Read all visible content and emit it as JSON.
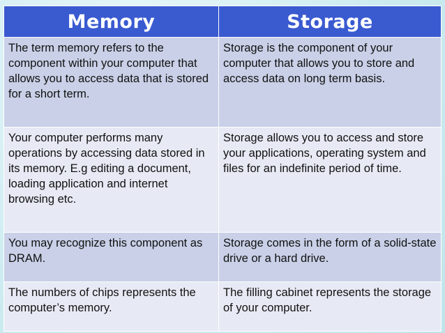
{
  "table": {
    "headers": [
      "Memory",
      "Storage"
    ],
    "rows": [
      {
        "memory": "The term memory refers to the component within your computer that allows you to access data that is stored for a short term.",
        "storage": "Storage is the component of your computer that allows you to store and access  data on long term basis."
      },
      {
        "memory": "Your computer performs many operations by accessing data stored in its memory. E.g editing a document, loading application and internet browsing etc.",
        "storage": "Storage allows you to access and store your applications, operating system and files for an indefinite period of  time."
      },
      {
        "memory": "You may recognize this component as DRAM.",
        "storage": "Storage comes in the form of a solid-state drive or a hard drive."
      },
      {
        "memory": " The numbers of chips represents the computer’s memory.",
        "storage": "The filling cabinet represents the storage of  your computer."
      }
    ]
  },
  "colors": {
    "header_bg": "#3a5ad0",
    "row_dark": "#c9d0e7",
    "row_light": "#e7eaf4",
    "slide_bg": "#cfeef2"
  }
}
